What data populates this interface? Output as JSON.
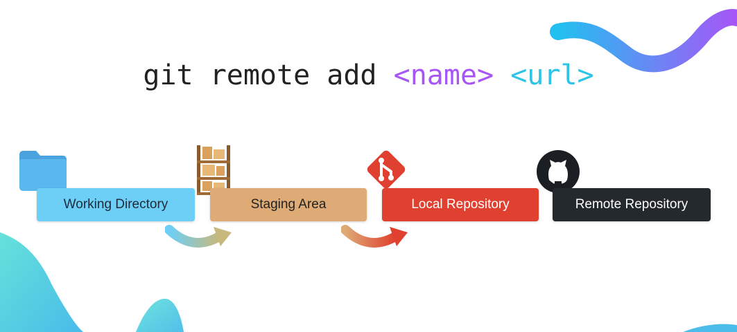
{
  "command": {
    "base": "git remote add",
    "name_arg": "<name>",
    "url_arg": "<url>",
    "colors": {
      "base": "#222222",
      "name_arg": "#a855f7",
      "url_arg": "#2ec4e6"
    }
  },
  "stages": [
    {
      "label": "Working Directory",
      "icon": "folder-icon",
      "bg": "#6dcff6",
      "text": "#1d2b3a"
    },
    {
      "label": "Staging Area",
      "icon": "shelf-icon",
      "bg": "#deaa75",
      "text": "#222222"
    },
    {
      "label": "Local Repository",
      "icon": "git-icon",
      "bg": "#e0402f",
      "text": "#ffffff"
    },
    {
      "label": "Remote Repository",
      "icon": "github-icon",
      "bg": "#24292e",
      "text": "#ffffff"
    }
  ],
  "arrows": [
    {
      "from": "Working Directory",
      "to": "Staging Area",
      "colors": [
        "#6dcff6",
        "#c7b97d"
      ]
    },
    {
      "from": "Staging Area",
      "to": "Local Repository",
      "colors": [
        "#deaa75",
        "#e0402f"
      ]
    }
  ],
  "decorations": {
    "top_right_wave": [
      "#22c0f0",
      "#a855f7"
    ],
    "bottom_left_blob": [
      "#5ee0d8",
      "#38b6e8"
    ]
  }
}
